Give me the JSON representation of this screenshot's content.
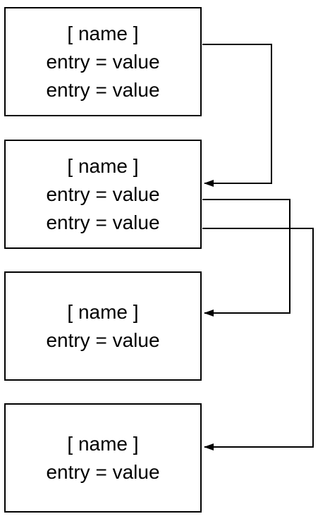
{
  "boxes": [
    {
      "title": "[ name ]",
      "entries": [
        "entry = value",
        "entry = value"
      ]
    },
    {
      "title": "[ name ]",
      "entries": [
        "entry = value",
        "entry = value"
      ]
    },
    {
      "title": "[ name ]",
      "entries": [
        "entry = value"
      ]
    },
    {
      "title": "[ name ]",
      "entries": [
        "entry = value"
      ]
    }
  ],
  "connections": [
    {
      "from": "box-1.title",
      "to": "box-2.entry-1"
    },
    {
      "from": "box-2.entry-1",
      "to": "box-3.title"
    },
    {
      "from": "box-2.entry-2",
      "to": "box-4.title"
    }
  ],
  "colors": {
    "stroke": "#000000",
    "background": "#ffffff"
  }
}
